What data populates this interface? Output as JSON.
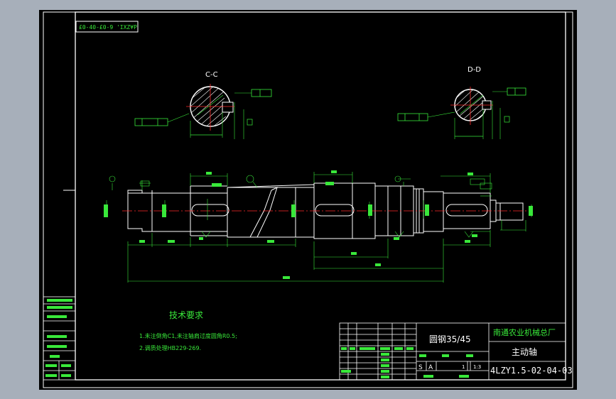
{
  "drawing": {
    "title_stamp": "£0-40-£0-9 'IXZ¥P",
    "sections": {
      "c": "C-C",
      "d": "D-D"
    },
    "tech": {
      "title": "技术要求",
      "line1": "1.未注倒角C1,未注轴肩过度圆角R0.5;",
      "line2": "2.调质处理HB229-269."
    },
    "title_block": {
      "material": "圆钢35/45",
      "company": "南通农业机械总厂",
      "part_name": "主动轴",
      "drawing_no": "4LZY1.5-02-04-03",
      "scale_letter": "S",
      "scale_letter2": "A",
      "sheet": "1",
      "ratio": "1:3"
    },
    "colors": {
      "frame_bg": "#000000",
      "line": "#ffffff",
      "green": "#39e83a",
      "red": "#ff2a2a",
      "canvas": "#a7afba"
    }
  }
}
